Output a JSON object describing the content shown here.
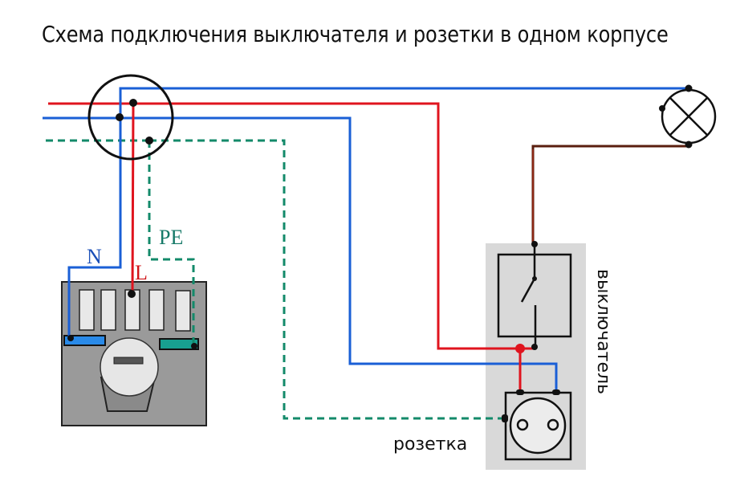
{
  "title": "Схема подключения выключателя и розетки в одном корпусе",
  "labels": {
    "neutral": "N",
    "line": "L",
    "protective_earth": "PE",
    "switch": "выключатель",
    "socket": "розетка"
  },
  "colors": {
    "line_wire": "#e0141e",
    "neutral_wire": "#1a5fd6",
    "earth_wire": "#138a6a",
    "switched_wire": "#5a1e0e",
    "panel_gray": "#9a9a9a",
    "switch_block_gray": "#d9d9d9"
  },
  "components": {
    "junction_box": "junction-box",
    "distribution_panel": "distribution-panel",
    "lamp": "lamp",
    "switch": "switch",
    "socket": "socket"
  }
}
